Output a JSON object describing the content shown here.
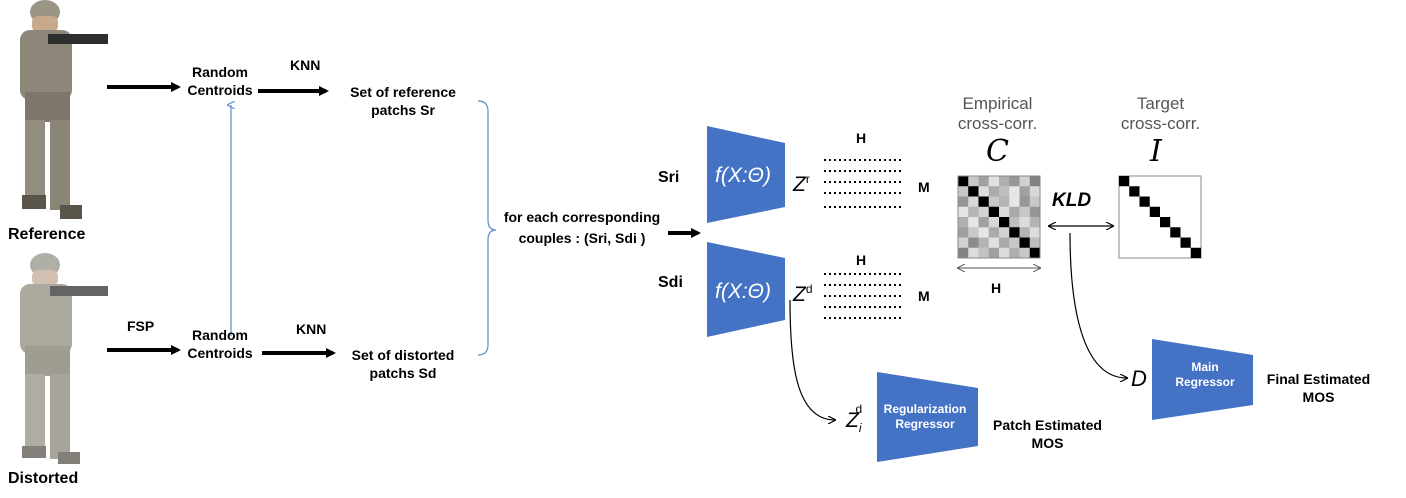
{
  "images": {
    "reference_label": "Reference",
    "distorted_label": "Distorted"
  },
  "top_branch": {
    "random_centroids": "Random\nCentroids",
    "knn": "KNN",
    "set_label": "Set of  reference\npatchs Sr"
  },
  "bottom_branch": {
    "fsp": "FSP",
    "random_centroids": "Random\nCentroids",
    "knn": "KNN",
    "set_label": "Set of  distorted\npatchs Sd"
  },
  "couples_label": "for each corresponding\ncouples :  (Sri, Sdi  )",
  "encoder": {
    "sri": "Sri",
    "sdi": "Sdi",
    "func_label": "f(X:Θ)",
    "z_ref": "Z",
    "z_ref_sup": "r",
    "z_dist": "Z",
    "z_dist_sup": "d",
    "h_label": "H",
    "m_label": "M"
  },
  "cross_corr": {
    "empirical_title": "Empirical\ncross-corr.",
    "empirical_symbol": "C",
    "target_title": "Target\ncross-corr.",
    "target_symbol": "I",
    "h_label": "H",
    "kld": "KLD"
  },
  "regressors": {
    "main_label": "Main\nRegressor",
    "d_label": "D",
    "final_label": "Final Estimated\nMOS",
    "reg_label": "Regularization\nRegressor",
    "zi_label": "Z",
    "zi_sub": "i",
    "zi_sup": "d",
    "patch_label": "Patch Estimated\nMOS"
  },
  "colors": {
    "blue": "#4472C4",
    "thin_arrow": "#5B8BD0"
  },
  "cross_corr_matrix_grays": [
    [
      0,
      200,
      160,
      225,
      175,
      150,
      210,
      130
    ],
    [
      200,
      0,
      220,
      170,
      190,
      230,
      160,
      215
    ],
    [
      150,
      215,
      0,
      200,
      180,
      230,
      150,
      200
    ],
    [
      230,
      180,
      210,
      0,
      220,
      170,
      200,
      150
    ],
    [
      175,
      230,
      160,
      215,
      0,
      190,
      220,
      180
    ],
    [
      160,
      200,
      230,
      170,
      210,
      0,
      180,
      220
    ],
    [
      210,
      140,
      180,
      225,
      170,
      200,
      0,
      190
    ],
    [
      130,
      220,
      195,
      160,
      220,
      175,
      200,
      0
    ]
  ]
}
